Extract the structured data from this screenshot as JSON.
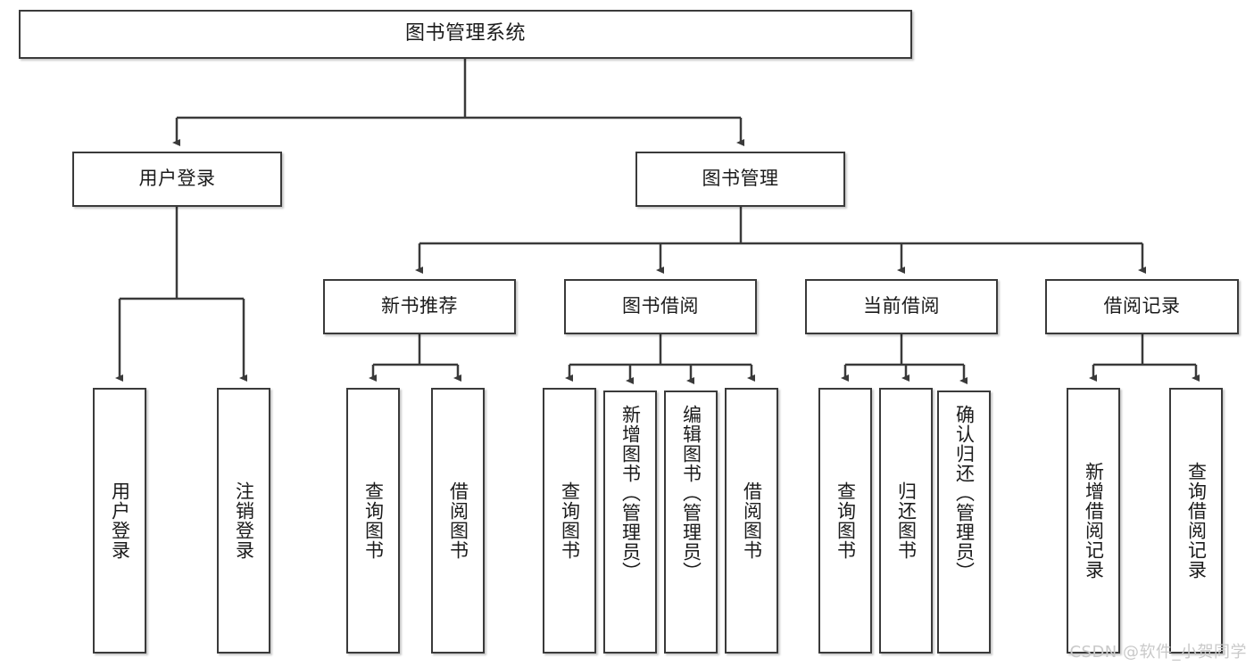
{
  "diagram": {
    "title": "图书管理系统",
    "root": {
      "label": "图书管理系统"
    },
    "level1": [
      {
        "label": "用户登录"
      },
      {
        "label": "图书管理"
      }
    ],
    "level2": [
      {
        "label": "新书推荐"
      },
      {
        "label": "图书借阅"
      },
      {
        "label": "当前借阅"
      },
      {
        "label": "借阅记录"
      }
    ],
    "leaves": {
      "user_login": [
        {
          "label": "用户登录"
        },
        {
          "label": "注销登录"
        }
      ],
      "new_book_recommend": [
        {
          "label": "查询图书"
        },
        {
          "label": "借阅图书"
        }
      ],
      "book_borrow": [
        {
          "label": "查询图书"
        },
        {
          "label": "新增图书（管理员）"
        },
        {
          "label": "编辑图书（管理员）"
        },
        {
          "label": "借阅图书"
        }
      ],
      "current_borrow": [
        {
          "label": "查询图书"
        },
        {
          "label": "归还图书"
        },
        {
          "label": "确认归还（管理员）"
        }
      ],
      "borrow_record": [
        {
          "label": "新增借阅记录"
        },
        {
          "label": "查询借阅记录"
        }
      ]
    }
  },
  "watermark": {
    "text": "CSDN @软件_小贺同学"
  },
  "colors": {
    "stroke": "#3a3a3a",
    "fill": "#ffffff",
    "text": "#1b1b1b",
    "watermark": "#c9c9c9"
  }
}
